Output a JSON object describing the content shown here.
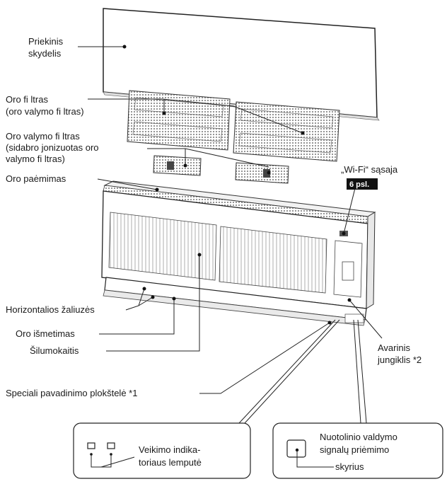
{
  "labels": {
    "front_panel": [
      "Priekinis",
      "skydelis"
    ],
    "air_filter": [
      "Oro fi ltras",
      "(oro valymo fi ltras)"
    ],
    "purifying_filter": [
      "Oro valymo fi ltras",
      "(sidabro jonizuotas oro",
      "valymo fi ltras)"
    ],
    "air_intake": "Oro paėmimas",
    "wifi": "„Wi-Fi“ sąsaja",
    "wifi_page_badge": "6 psl.",
    "horizontal_louvers": "Horizontalios žaliuzės",
    "air_outlet": "Oro išmetimas",
    "heat_exchanger": "Šilumokaitis",
    "emergency_switch": [
      "Avarinis",
      "jungiklis *2"
    ],
    "name_plate": "Speciali pavadinimo plokštelė *1",
    "indicator_lamp": [
      "Veikimo indika-",
      "toriaus lemputė"
    ],
    "receiver": [
      "Nuotolinio valdymo",
      "signalų priėmimo",
      "skyrius"
    ]
  },
  "colors": {
    "line": "#222222",
    "badge_bg": "#111111",
    "badge_text": "#ffffff",
    "mesh": "#8a8a8a"
  }
}
